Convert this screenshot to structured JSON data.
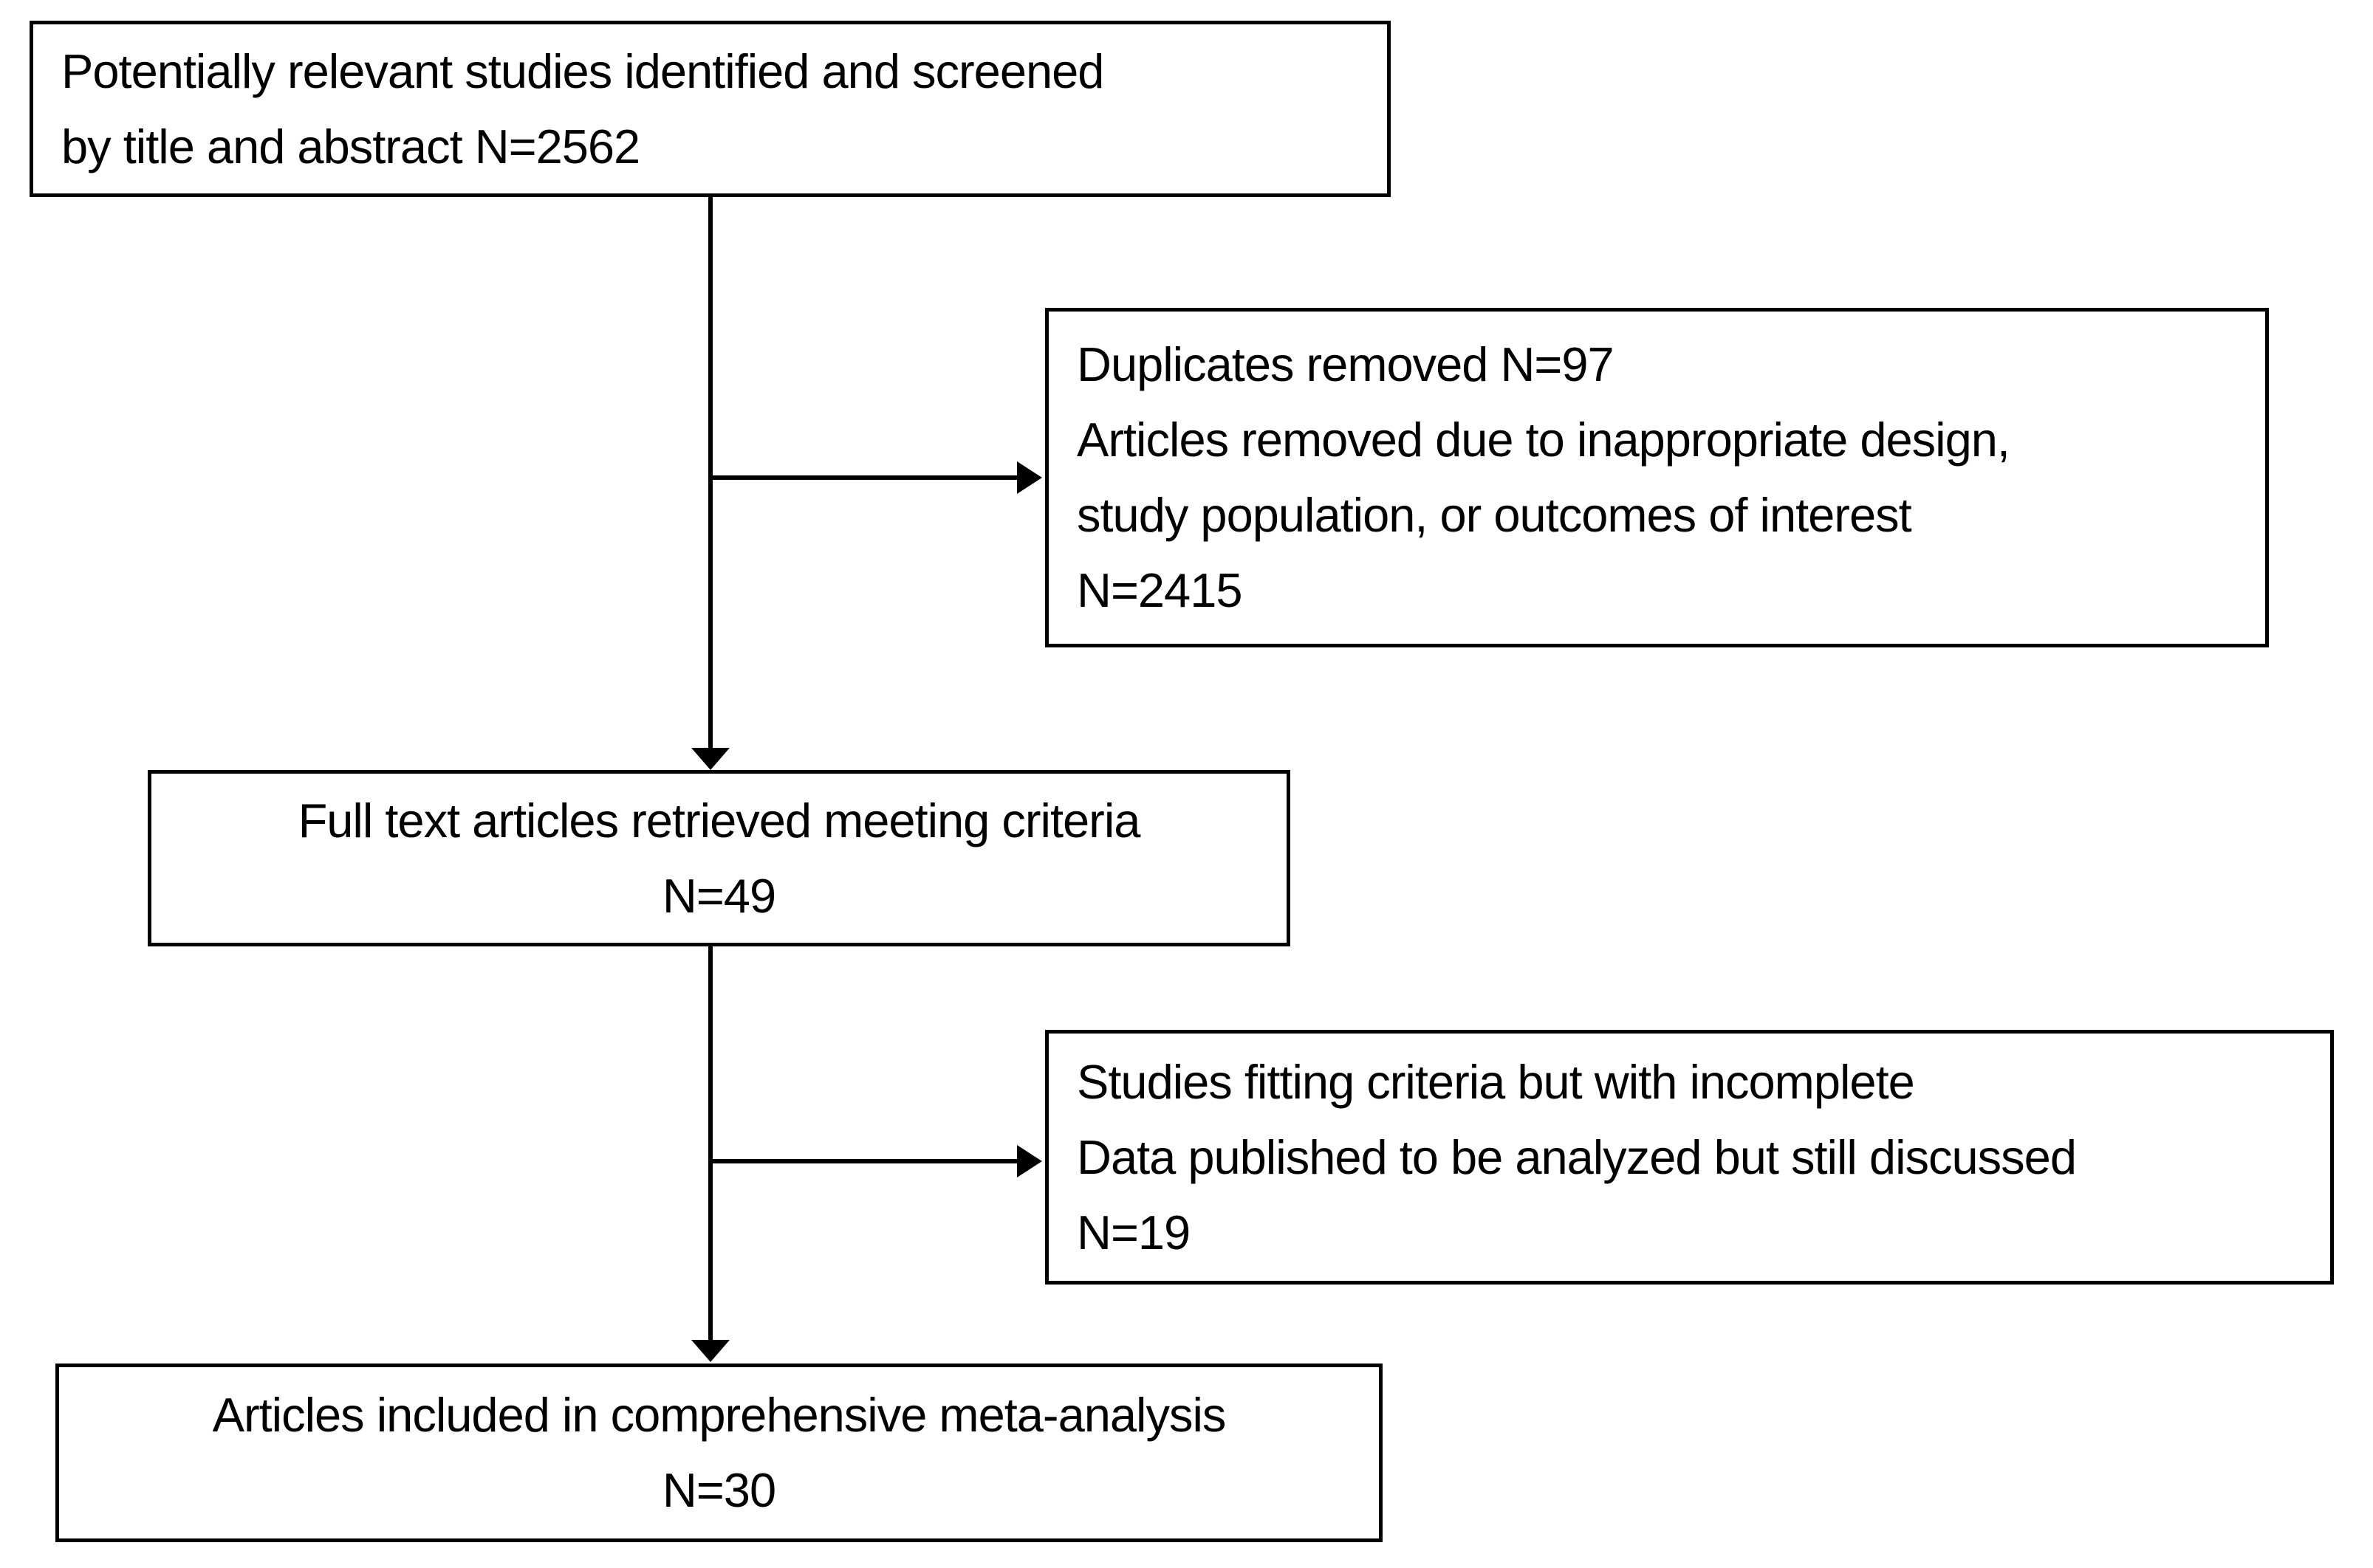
{
  "diagram": {
    "type": "flowchart",
    "background_color": "#ffffff",
    "line_color": "#000000",
    "text_color": "#000000",
    "boxes": [
      {
        "id": "identified",
        "align": "left",
        "lines": [
          "Potentially relevant studies identified and screened",
          "by title and abstract N=2562"
        ]
      },
      {
        "id": "removed",
        "align": "left",
        "lines": [
          "Duplicates removed N=97",
          "Articles removed due to inappropriate design,",
          "study population, or outcomes of interest",
          "N=2415"
        ]
      },
      {
        "id": "fulltext",
        "align": "center",
        "lines": [
          "Full text articles retrieved meeting criteria",
          "N=49"
        ]
      },
      {
        "id": "incomplete",
        "align": "left",
        "lines": [
          "Studies fitting criteria but with incomplete",
          "Data published to be analyzed but still discussed",
          "N=19"
        ]
      },
      {
        "id": "included",
        "align": "center",
        "lines": [
          "Articles included in comprehensive meta-analysis",
          "N=30"
        ]
      }
    ]
  }
}
